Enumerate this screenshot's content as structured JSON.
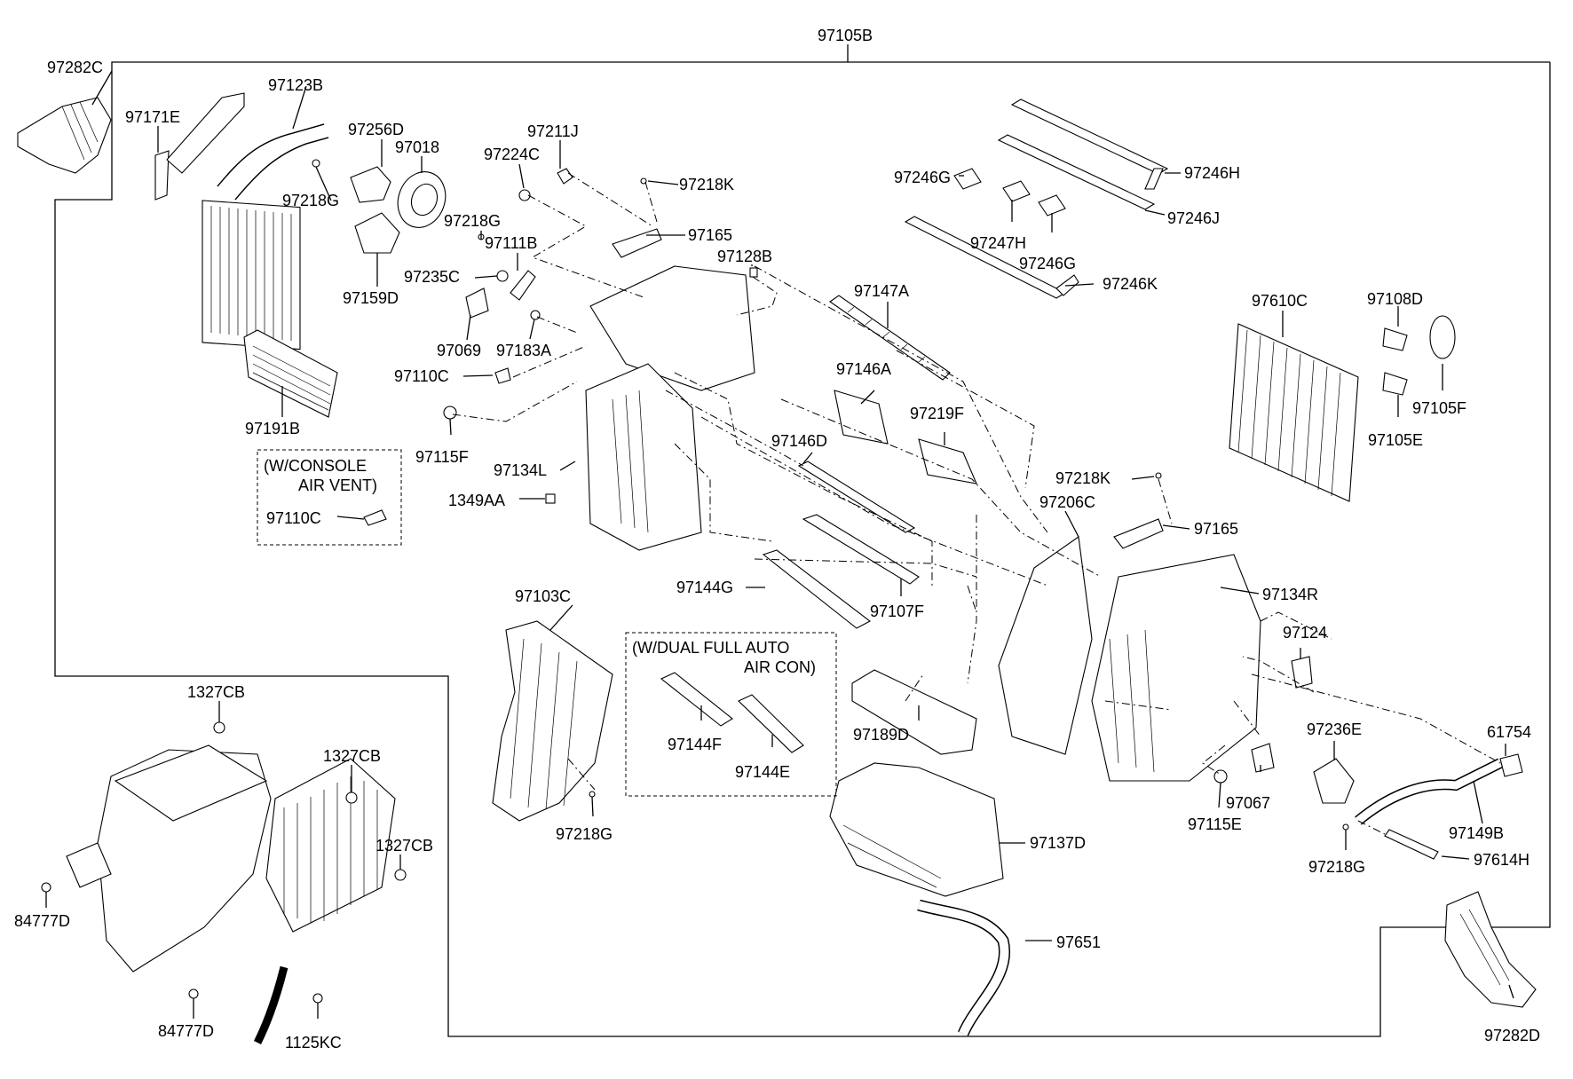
{
  "parts": {
    "p97105B": "97105B",
    "p97282C": "97282C",
    "p97123B": "97123B",
    "p97171E": "97171E",
    "p97256D": "97256D",
    "p97018": "97018",
    "p97218G_a": "97218G",
    "p97159D": "97159D",
    "p97191B": "97191B",
    "p97211J": "97211J",
    "p97224C": "97224C",
    "p97218K_a": "97218K",
    "p97218G_b": "97218G",
    "p97111B": "97111B",
    "p97165_a": "97165",
    "p97235C": "97235C",
    "p97128B": "97128B",
    "p97069": "97069",
    "p97183A": "97183A",
    "p97110C_a": "97110C",
    "p97115F": "97115F",
    "p97134L": "97134L",
    "p1349AA": "1349AA",
    "p97110C_b": "97110C",
    "p97147A": "97147A",
    "p97146A": "97146A",
    "p97219F": "97219F",
    "p97146D": "97146D",
    "p97246G_a": "97246G",
    "p97246H": "97246H",
    "p97246J": "97246J",
    "p97247H": "97247H",
    "p97246G_b": "97246G",
    "p97246K": "97246K",
    "p97610C": "97610C",
    "p97108D": "97108D",
    "p97105F": "97105F",
    "p97105E": "97105E",
    "p97218K_b": "97218K",
    "p97206C": "97206C",
    "p97165_b": "97165",
    "p97134R": "97134R",
    "p97124": "97124",
    "p97103C": "97103C",
    "p97144G": "97144G",
    "p97107F": "97107F",
    "p97144F": "97144F",
    "p97144E": "97144E",
    "p97218G_c": "97218G",
    "p97189D": "97189D",
    "p97236E": "97236E",
    "p61754": "61754",
    "p97067": "97067",
    "p97115E": "97115E",
    "p97149B": "97149B",
    "p97218G_d": "97218G",
    "p97614H": "97614H",
    "p97137D": "97137D",
    "p97651": "97651",
    "p97282D": "97282D",
    "p1327CB_a": "1327CB",
    "p1327CB_b": "1327CB",
    "p1327CB_c": "1327CB",
    "p84777D_a": "84777D",
    "p84777D_b": "84777D",
    "p1125KC": "1125KC"
  },
  "notes": {
    "console_line1": "(W/CONSOLE",
    "console_line2": "AIR VENT)",
    "dual_line1": "(W/DUAL FULL AUTO",
    "dual_line2": "AIR CON)"
  }
}
